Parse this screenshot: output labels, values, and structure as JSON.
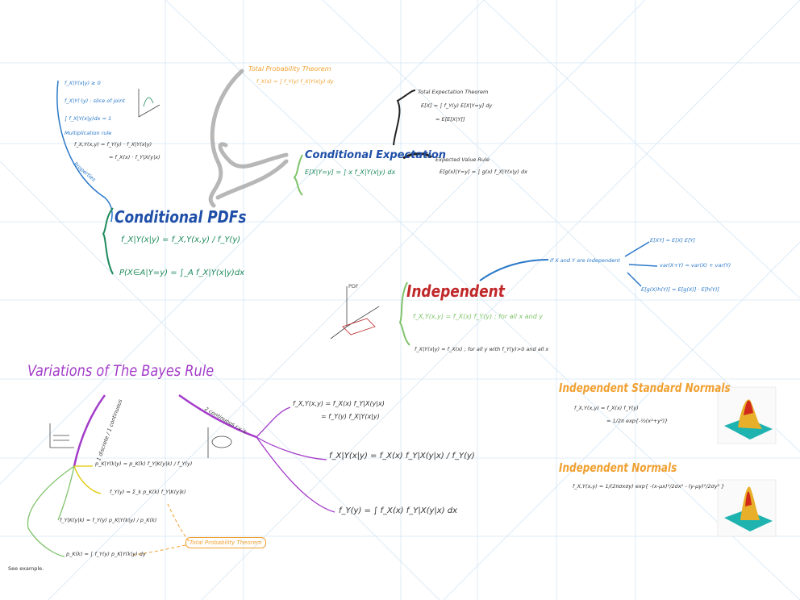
{
  "conditional_pdfs": {
    "title": "Conditional PDFs",
    "def": "f_X|Y(x|y) = f_X,Y(x,y) / f_Y(y)",
    "prob": "P(X∈A|Y=y) = ∫_A f_X|Y(x|y)dx",
    "prop1": "f_X|Y(x|y) ≥ 0",
    "prop2": "f_X|Y(·|y) : slice of joint",
    "prop3": "∫ f_X|Y(x|y)dx = 1",
    "prop4": "Multiplication rule",
    "mult1": "f_X,Y(x,y) = f_Y(y) · f_X|Y(x|y)",
    "mult2": "= f_X(x) · f_Y|X(y|x)",
    "properties_label": "Properties"
  },
  "total_probability": {
    "title": "Total Probability Theorem",
    "formula": "f_X(x) = ∫ f_Y(y) f_X|Y(x|y) dy"
  },
  "conditional_expectation": {
    "title": "Conditional Expectation",
    "formula": "E[X|Y=y] = ∫ x f_X|Y(x|y) dx",
    "total_exp_title": "Total Expectation Theorem",
    "total_exp_1": "E[X] = ∫ f_Y(y) E[X|Y=y] dy",
    "total_exp_2": "= E[E[X|Y]]",
    "expected_value_title": "Expected Value Rule",
    "expected_value_formula": "E[g(x)|Y=y] = ∫ g(x) f_X|Y(x|y) dx"
  },
  "independent": {
    "title": "Independent",
    "formula": "f_X,Y(x,y) = f_X(x) f_Y(y) ; for all x and y",
    "formula2": "f_X|Y(x|y) = f_X(x) ; for all y with f_Y(y)>0 and all x",
    "branch": "If X and Y are independent",
    "r1": "E[XY] = E[X] E[Y]",
    "r2": "var(X+Y) = var(X) + var(Y)",
    "r3": "E[g(X)h(Y)] = E[g(X)] · E[h(Y)]",
    "pdf_label": "PDF"
  },
  "bayes": {
    "title": "Variations of The Bayes Rule",
    "branch_left": "1 discrete / 1 continuous",
    "branch_right": "2 continuous r.v.'s",
    "left_f1": "p_K|Y(k|y) = p_K(k) f_Y|K(y|k) / f_Y(y)",
    "left_f2": "f_Y(y) = Σ_k p_K(k) f_Y|K(y|k)",
    "left_f3": "f_Y|K(y|k) = f_Y(y) p_K|Y(k|y) / p_K(k)",
    "left_f4": "p_K(k) = ∫ f_Y(y) p_K|Y(k|y) dy",
    "right_f1a": "f_X,Y(x,y) = f_X(x) f_Y|X(y|x)",
    "right_f1b": "= f_Y(y) f_X|Y(x|y)",
    "right_f2": "f_X|Y(x|y) = f_X(x) f_Y|X(y|x) / f_Y(y)",
    "right_f3": "f_Y(y) = ∫ f_X(x) f_Y|X(y|x) dx",
    "ttp_box": "Total Probability Theorem",
    "see_example": "See example."
  },
  "ind_std_normals": {
    "title": "Independent Standard Normals",
    "f1": "f_X,Y(x,y) = f_X(x) f_Y(y)",
    "f2": "= 1/2π exp{-½(x²+y²)}"
  },
  "ind_normals": {
    "title": "Independent Normals",
    "f1": "f_X,Y(x,y) = 1/(2πσxσy) exp{ -(x-μx)²/2σx² - (y-μy)²/2σy² }"
  },
  "colors": {
    "grid": "#cfe3f3",
    "blue": "#1f4fa8",
    "green": "#1e8a5c",
    "orange": "#f0a030",
    "purple": "#a33cc9",
    "red": "#c0282a"
  }
}
